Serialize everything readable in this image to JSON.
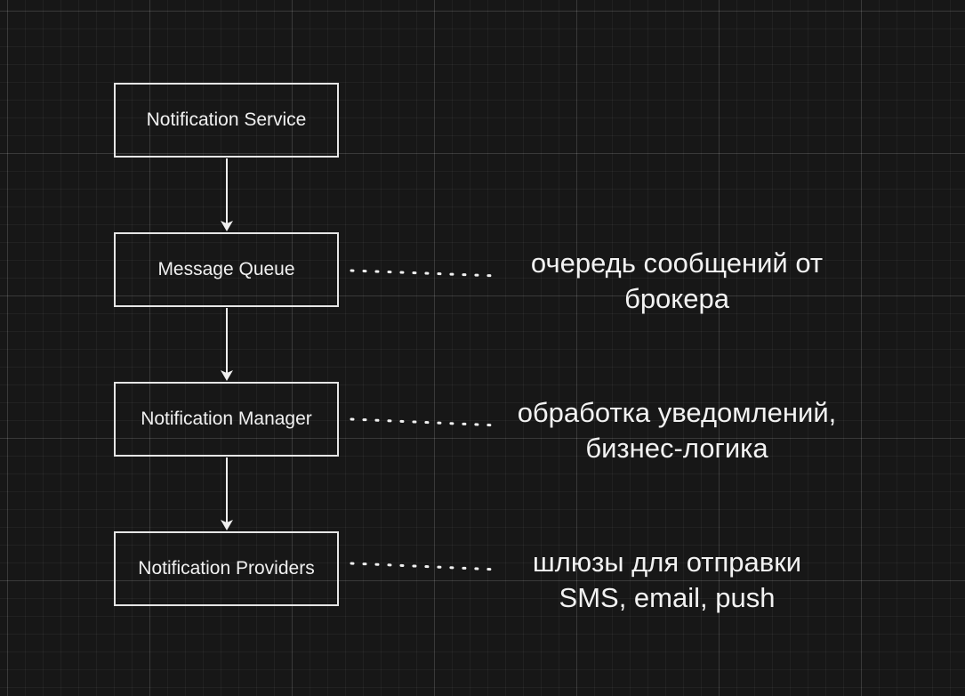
{
  "diagram": {
    "nodes": [
      {
        "id": "notification-service",
        "label": "Notification Service"
      },
      {
        "id": "message-queue",
        "label": "Message Queue"
      },
      {
        "id": "notification-manager",
        "label": "Notification Manager"
      },
      {
        "id": "notification-providers",
        "label": "Notification Providers"
      }
    ],
    "edges": [
      {
        "from": "notification-service",
        "to": "message-queue"
      },
      {
        "from": "message-queue",
        "to": "notification-manager"
      },
      {
        "from": "notification-manager",
        "to": "notification-providers"
      }
    ],
    "annotations": [
      {
        "target": "message-queue",
        "lines": [
          "очередь сообщений от",
          "брокера"
        ]
      },
      {
        "target": "notification-manager",
        "lines": [
          "обработка уведомлений,",
          "бизнес-логика"
        ]
      },
      {
        "target": "notification-providers",
        "lines": [
          "шлюзы для отправки",
          "SMS, email, push"
        ]
      }
    ],
    "colors": {
      "background": "#171717",
      "stroke": "#e6e6e6",
      "text": "#f0f0f0"
    }
  }
}
